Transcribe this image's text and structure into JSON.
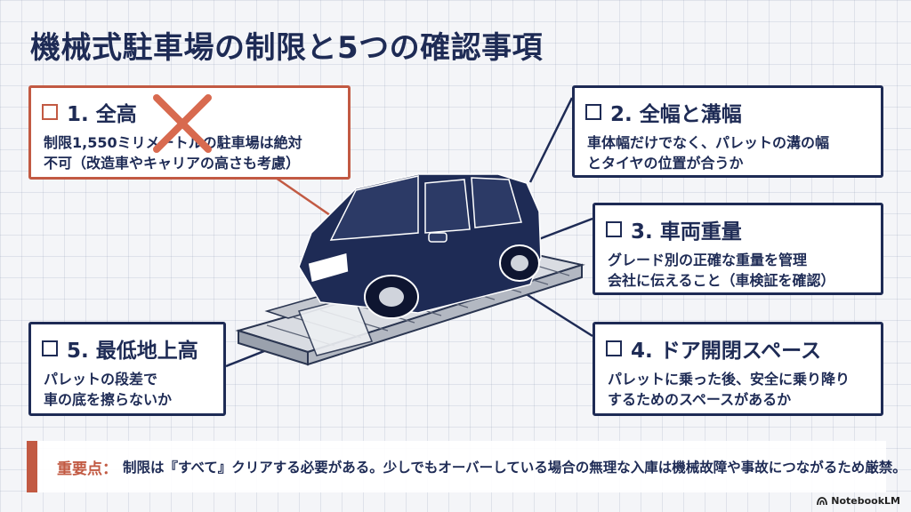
{
  "title": "機械式駐車場の制限と5つの確認事項",
  "items": [
    {
      "title": "1. 全高",
      "lines": [
        "制限1,550ミリメートルの駐車場は絶対",
        "不可（改造車やキャリアの高さも考慮）"
      ]
    },
    {
      "title": "2. 全幅と溝幅",
      "lines": [
        "車体幅だけでなく、パレットの溝の幅",
        "とタイヤの位置が合うか"
      ]
    },
    {
      "title": "3. 車両重量",
      "lines": [
        "グレード別の正確な重量を管理",
        "会社に伝えること（車検証を確認）"
      ]
    },
    {
      "title": "4. ドア開閉スペース",
      "lines": [
        "パレットに乗った後、安全に乗り降り",
        "するためのスペースがあるか"
      ]
    },
    {
      "title": "5. 最低地上高",
      "lines": [
        "パレットの段差で",
        "車の底を擦らないか"
      ]
    }
  ],
  "note": {
    "label": "重要点：",
    "text": "制限は『すべて』クリアする必要がある。少しでもオーバーしている場合の無理な入庫は機械故障や事故につながるため厳禁。"
  },
  "brand": "NotebookLM",
  "colors": {
    "navy": "#1e2b55",
    "accent": "#c25a43",
    "platform": "#c8ccd4"
  },
  "icons": [
    "check-box-icon",
    "x-mark-icon",
    "car-illustration",
    "parking-pallet-illustration",
    "notebooklm-logo-icon"
  ]
}
